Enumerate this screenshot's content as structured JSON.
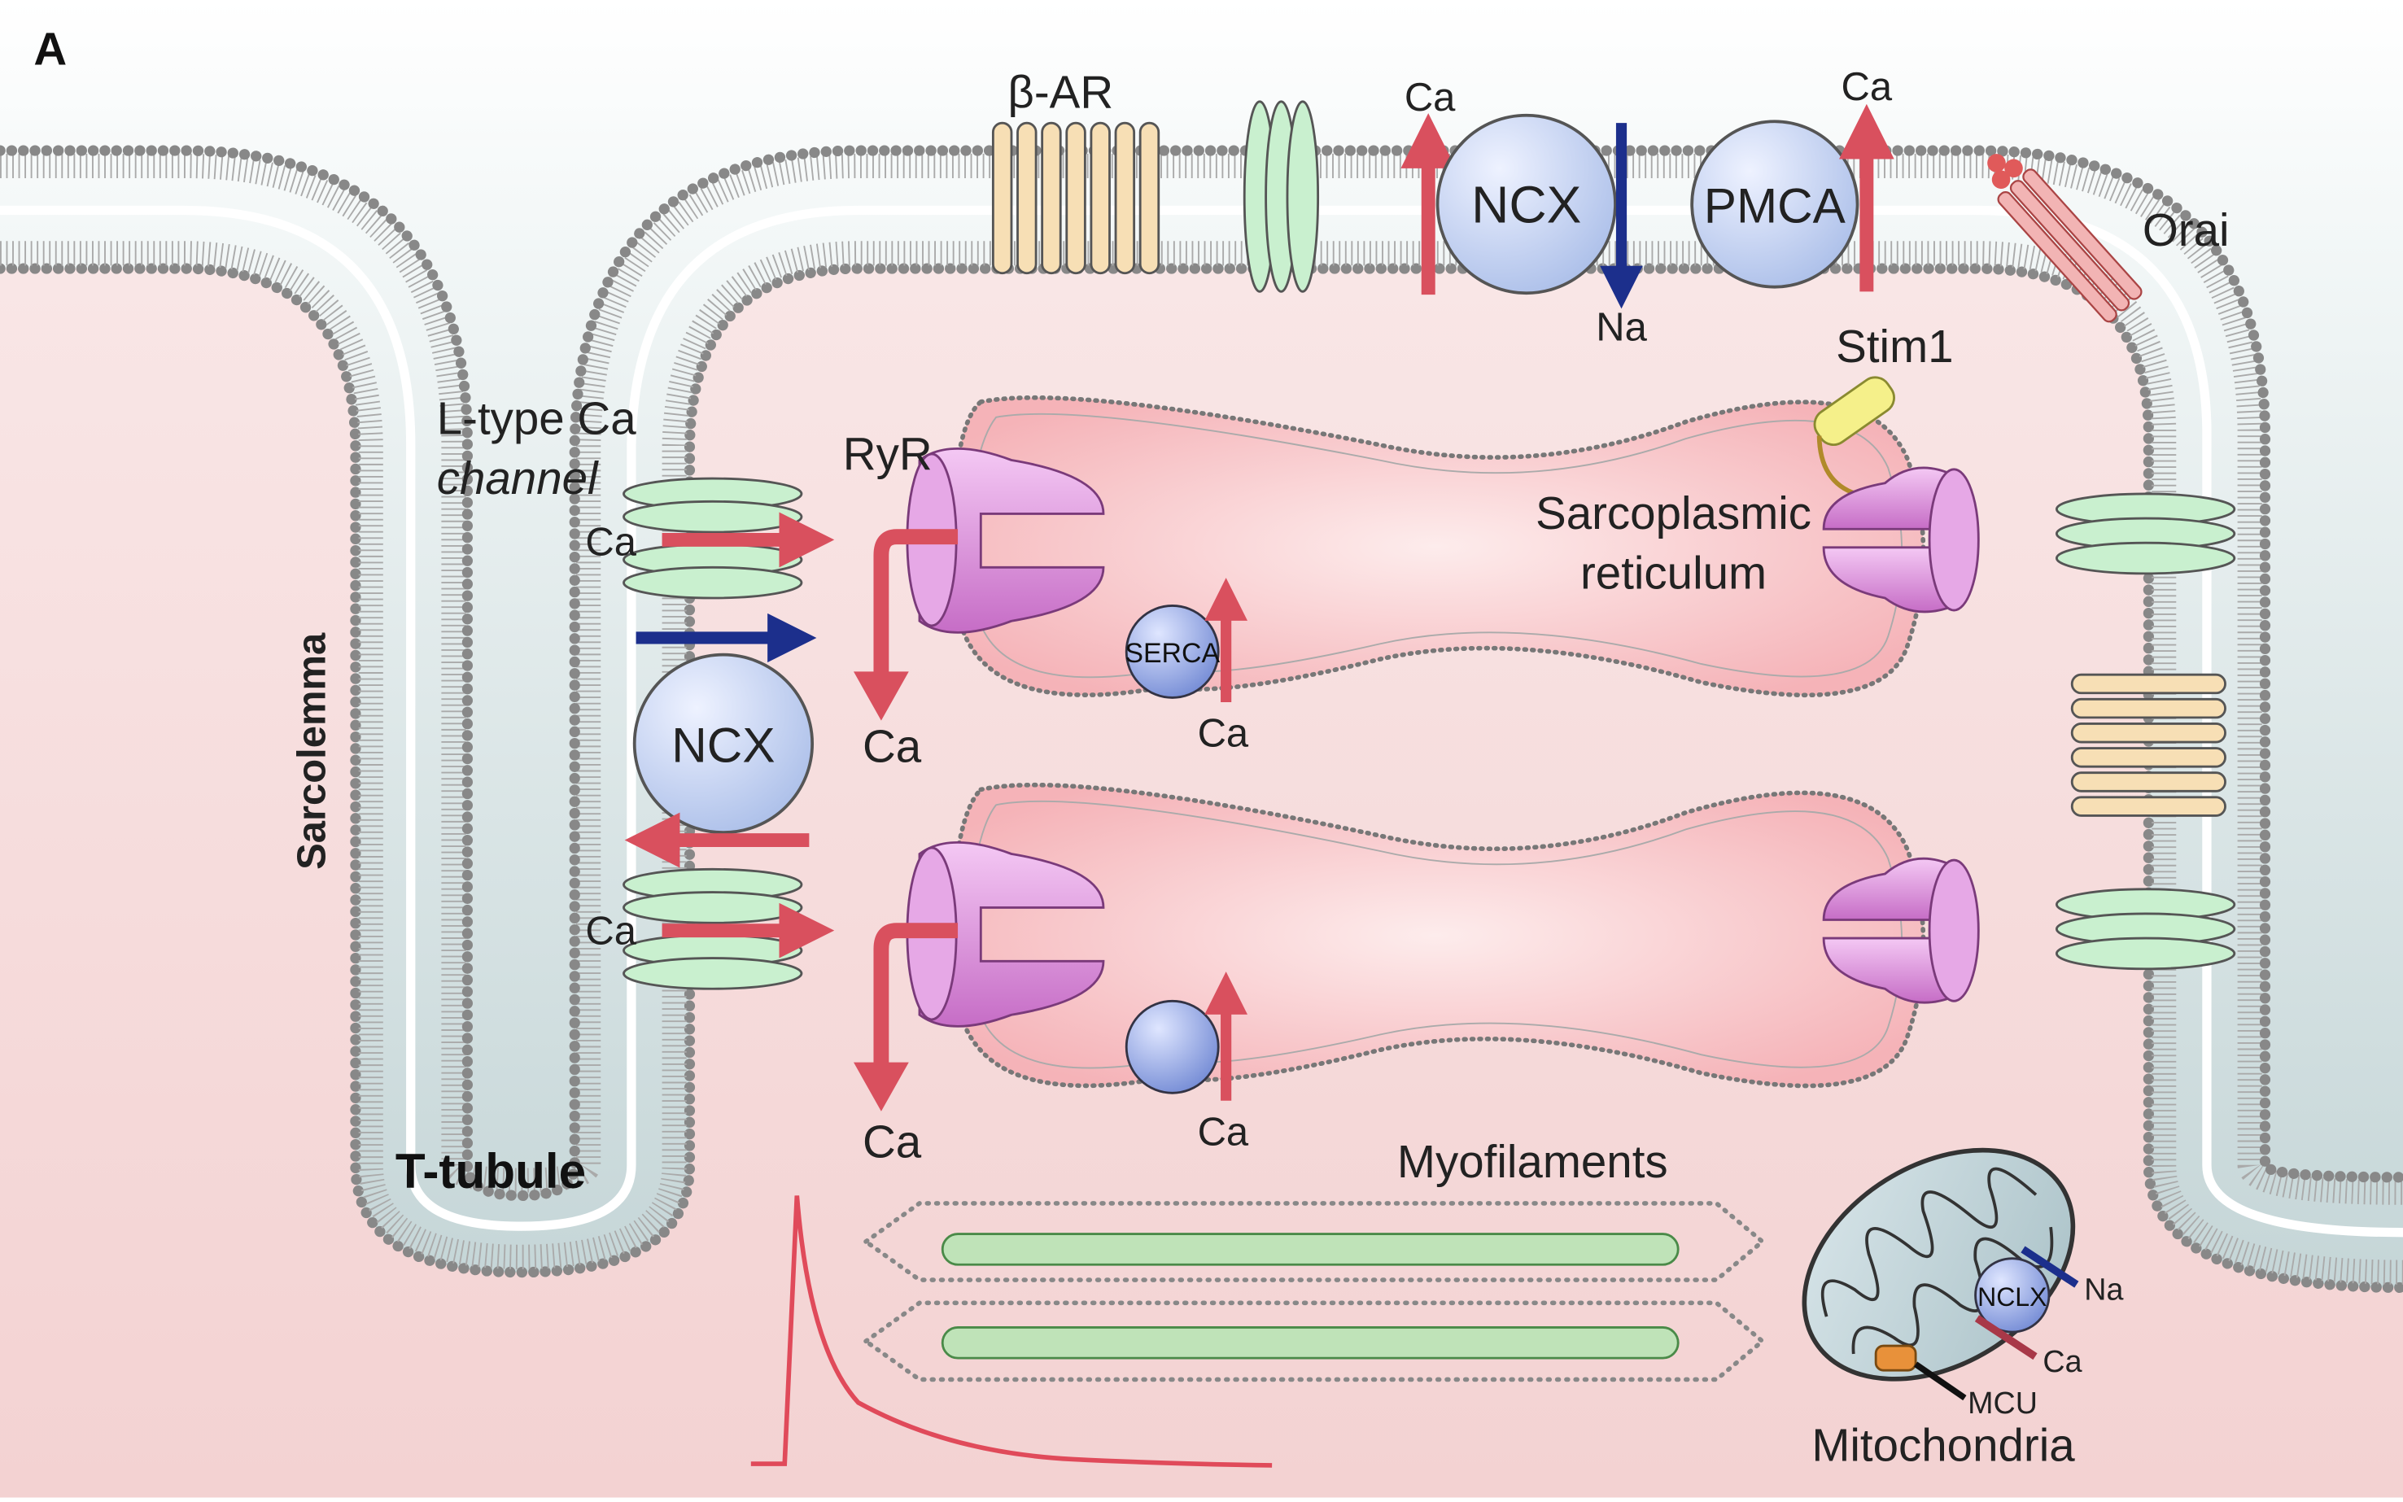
{
  "panel_label": "A",
  "labels": {
    "beta_ar": "β-AR",
    "ncx_top": "NCX",
    "pmca": "PMCA",
    "ca_ncx_top": "Ca",
    "na_ncx_top": "Na",
    "ca_pmca": "Ca",
    "orai": "Orai",
    "stim1": "Stim1",
    "ltype_line1": "L-type Ca",
    "ltype_line2": "channel",
    "ca_ltype_upper": "Ca",
    "ca_ltype_lower": "Ca",
    "ryr": "RyR",
    "sr_line1": "Sarcoplasmic",
    "sr_line2": "reticulum",
    "ncx_left": "NCX",
    "ca_release_upper": "Ca",
    "ca_release_lower": "Ca",
    "serca": "SERCA",
    "ca_serca_upper": "Ca",
    "ca_serca_lower": "Ca",
    "sarcolemma": "Sarcolemma",
    "t_tubule": "T-tubule",
    "myofilaments": "Myofilaments",
    "mitochondria": "Mitochondria",
    "nclx": "NCLX",
    "na_mito": "Na",
    "ca_mito": "Ca",
    "mcu": "MCU"
  },
  "colors": {
    "cytosol": "#f7dcdc",
    "extracellular": "#cfe0e2",
    "sr_lumen": "#f6b8bc",
    "ca_arrow": "#d9505e",
    "na_arrow": "#1c2f8c",
    "channel_green": "#c9f0cf",
    "exchanger_blue": "#c5d4f2",
    "ryr_purple": "#d98ad9",
    "receptor_beige": "#f7dfb5",
    "orai_pink": "#f2b4b4",
    "stim_yellow": "#f5f08a",
    "transient_red": "#e04a5a"
  },
  "icons": [
    "calcium-transient-trace-icon"
  ]
}
